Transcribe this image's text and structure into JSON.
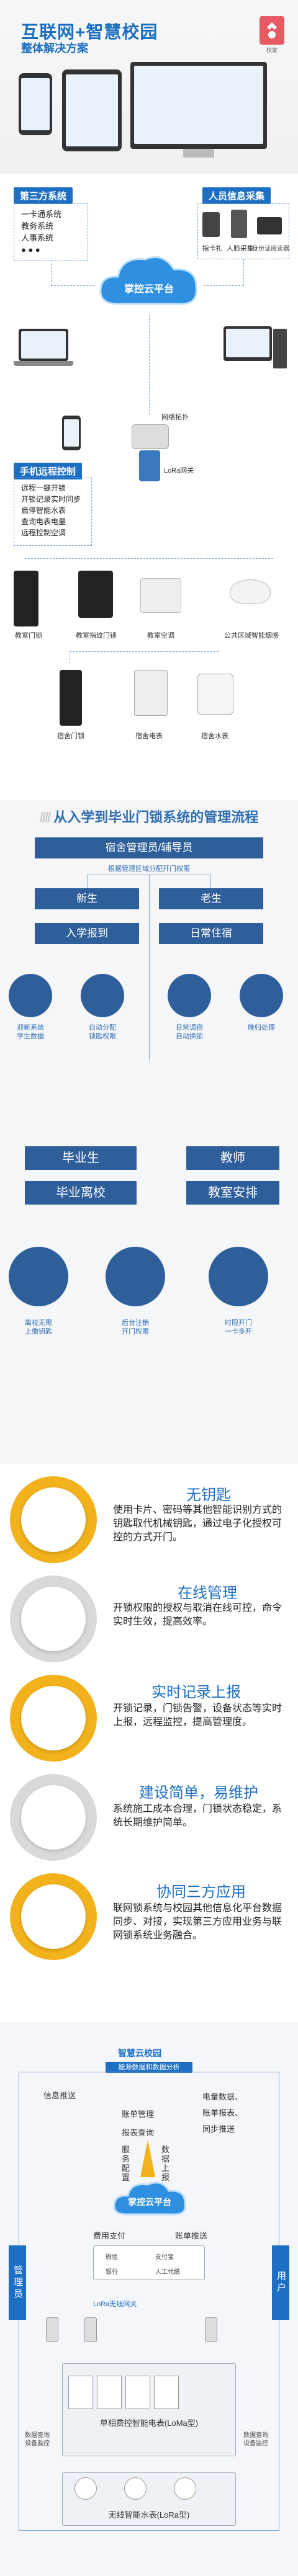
{
  "hero": {
    "title": "互联网+智慧校园",
    "subtitle": "整体解决方案",
    "logo_text": "校家"
  },
  "architecture": {
    "third_party_title": "第三方系统",
    "third_party_items": [
      "一卡通系统",
      "教务系统",
      "人事系统",
      "● ● ●"
    ],
    "cloud_label": "掌控云平台",
    "personnel_title": "人员信息采集",
    "personnel_items": [
      "指卡扎",
      "人脸采集",
      "身份证阅读器"
    ],
    "remote_title": "手机远程控制",
    "remote_items": [
      "远程一键开锁",
      "开锁记录实时同步",
      "启停智能水表",
      "查询电表电量",
      "远程控制空调"
    ],
    "gateway_label": "网络拓扑",
    "lora_label": "LoRa网关",
    "devices_row1": [
      "教室门锁",
      "教室指纹门锁",
      "教室空调",
      "公共区域智能烟感"
    ],
    "devices_row2": [
      "宿舍门锁",
      "宿舍电表",
      "宿舍水表"
    ]
  },
  "flow": {
    "title": "从入学到毕业门锁系统的管理流程",
    "top_bar": "宿舍管理员/辅导员",
    "top_caption": "根据管理区域分配开门权限",
    "left_col": [
      "新生",
      "入学报到"
    ],
    "right_col": [
      "老生",
      "日常住宿"
    ],
    "icons_row1": [
      {
        "caption": "迎新系统\n学生数据"
      },
      {
        "caption": "自动分配\n锁匙权限"
      },
      {
        "caption": "日常调宿\n自动换锁"
      },
      {
        "caption": "晚归处理"
      }
    ],
    "left_col2": [
      "毕业生",
      "毕业离校"
    ],
    "right_col2": [
      "教师",
      "教室安排"
    ],
    "icons_row2": [
      {
        "caption": "离校无需\n上缴钥匙"
      },
      {
        "caption": "后台注销\n开门权限"
      },
      {
        "caption": "时限开门\n一卡多开"
      }
    ]
  },
  "features": [
    {
      "title": "无钥匙",
      "text": "使用卡片、密码等其他智能识别方式的钥匙取代机械钥匙，通过电子化授权可控的方式开门。"
    },
    {
      "title": "在线管理",
      "text": "开锁权限的授权与取消在线可控，命令实时生效，提高效率。"
    },
    {
      "title": "实时记录上报",
      "text": "开锁记录，门锁告警，设备状态等实时上报，远程监控，提高管理度。"
    },
    {
      "title": "建设简单，易维护",
      "text": "系统施工成本合理，门锁状态稳定，系统长期维护简单。"
    },
    {
      "title": "协同三方应用",
      "text": "联网锁系统与校园其他信息化平台数据同步、对接，实现第三方应用业务与联网锁系统业务融合。"
    }
  ],
  "bottom": {
    "brand": "智慧云校园",
    "header_pill": "能源数据和数据分析",
    "left_items": [
      "信息推送",
      "账单管理",
      "报表查询"
    ],
    "right_items": [
      "电量数据、",
      "账单报表、",
      "同步推送"
    ],
    "vertical_left": "管理员",
    "vertical_right": "用户",
    "service_label": "服务配置",
    "data_label": "数据上报",
    "cloud_label": "掌控云平台",
    "fee_label": "费用支付",
    "bill_push": "账单推送",
    "payments": [
      "微信",
      "支付宝",
      "银行",
      "人工代缴"
    ],
    "lora_label": "LoRa无线网关",
    "meter_label": "单相费控智能电表(LoMa型)",
    "water_label": "无线智能水表(LoRa型)",
    "side_left": "数据查询\n设备监控",
    "side_right": "数据查询\n设备监控"
  },
  "colors": {
    "primary": "#1d6fc4",
    "dark": "#2f5f9a",
    "gold": "#f2b21c",
    "gray": "#d9d9d9"
  }
}
